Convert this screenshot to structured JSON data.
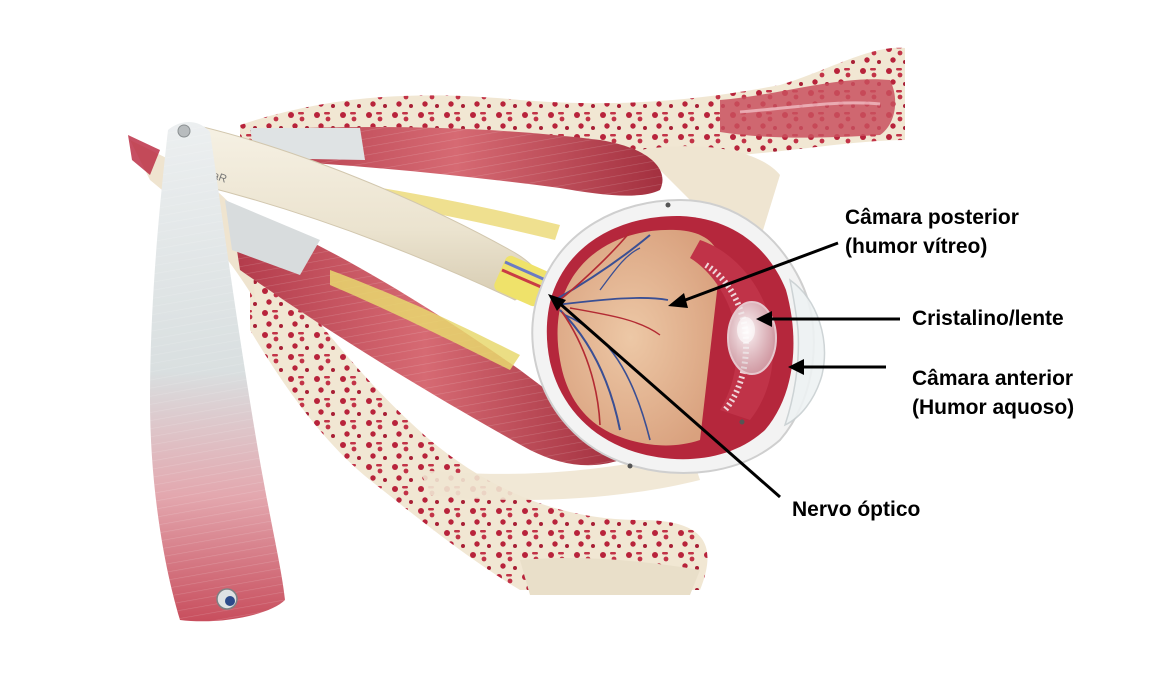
{
  "labels": {
    "posterior_chamber": {
      "line1": "Câmara posterior",
      "line2": "(humor vítreo)"
    },
    "lens": {
      "line1": "Cristalino/lente"
    },
    "anterior_chamber": {
      "line1": "Câmara anterior",
      "line2": "(Humor aquoso)"
    },
    "optic_nerve": {
      "line1": "Nervo óptico"
    }
  },
  "colors": {
    "muscle": "#c44a58",
    "muscle_dark": "#9e2d3c",
    "bone": "#f1e7d3",
    "bone_spot": "#b8233b",
    "nerve": "#efe9d9",
    "sclera": "#f2f2f2",
    "choroid": "#b5273c",
    "retina": "#e4b38f",
    "vessel_blue": "#3a4f94",
    "vessel_red": "#b32a33"
  }
}
